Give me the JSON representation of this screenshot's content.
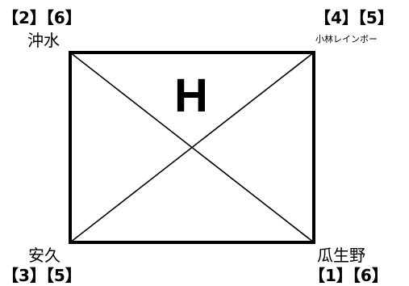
{
  "center_label": "H",
  "corners": {
    "top_left": {
      "codes": "【2】【6】",
      "name": "沖水"
    },
    "top_right": {
      "codes": "【4】【5】",
      "name": "小林レインボー"
    },
    "bottom_left": {
      "codes": "【3】【5】",
      "name": "安久"
    },
    "bottom_right": {
      "codes": "【1】【6】",
      "name": "瓜生野"
    }
  },
  "colors": {
    "line": "#000000",
    "background": "#ffffff"
  }
}
